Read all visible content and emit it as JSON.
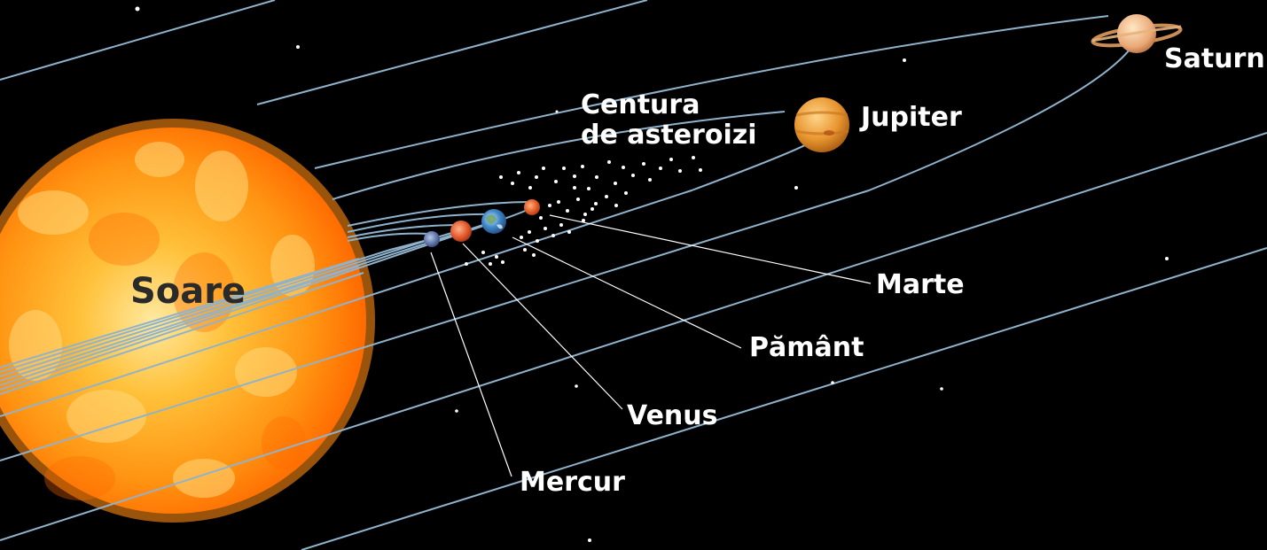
{
  "diagram": {
    "labels": {
      "sun": "Soare",
      "mercury": "Mercur",
      "venus": "Venus",
      "earth": "Pământ",
      "mars": "Marte",
      "jupiter": "Jupiter",
      "saturn": "Saturn",
      "asteroid_belt_line1": "Centura",
      "asteroid_belt_line2": "de asteroizi"
    },
    "colors": {
      "background": "#000000",
      "orbit": "#8fb3cc",
      "leader_line": "#ffffff",
      "sun_core": "#ffb020",
      "sun_edge": "#ff7a00",
      "label_light": "#ffffff",
      "label_dark": "#2a2a2a"
    }
  }
}
